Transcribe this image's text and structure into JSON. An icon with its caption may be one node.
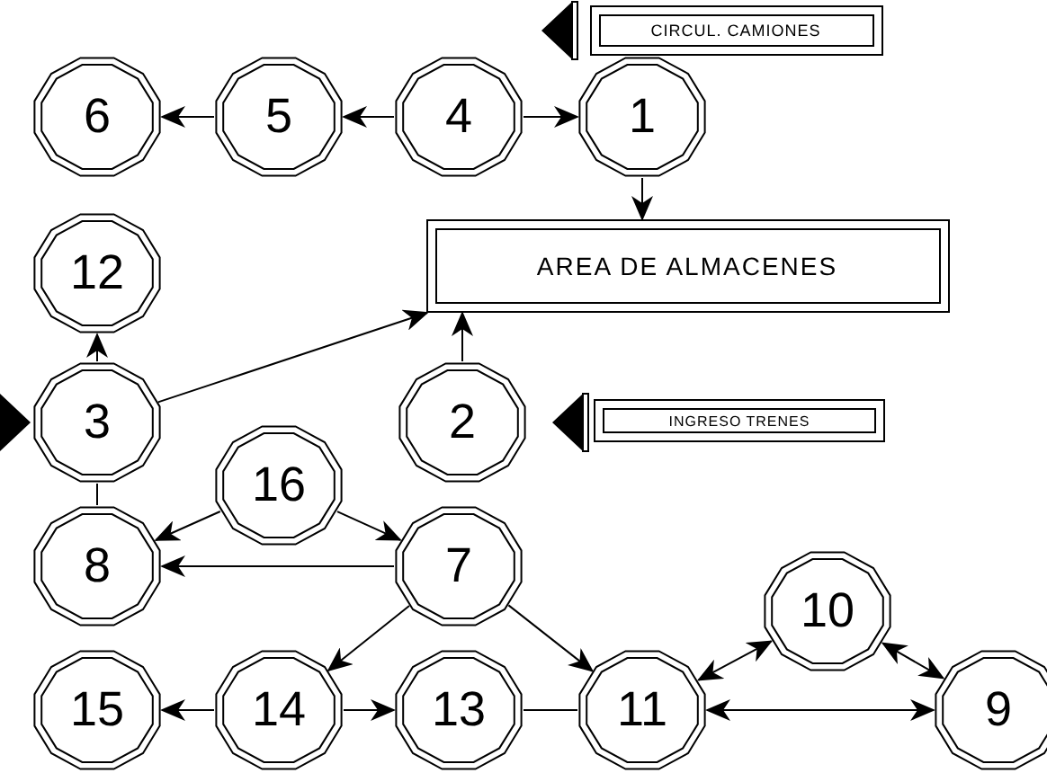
{
  "diagram": {
    "nodes": [
      {
        "text": [
          "CIRCUL. CAMIONES"
        ]
      },
      {
        "text": [
          "6"
        ]
      },
      {
        "text": [
          "5"
        ]
      },
      {
        "text": [
          "4"
        ]
      },
      {
        "text": [
          "1"
        ]
      },
      {
        "text": [
          "AREA DE ALMACENES"
        ]
      },
      {
        "text": [
          "12"
        ]
      },
      {
        "text": [
          "3"
        ]
      },
      {
        "text": [
          "2"
        ]
      },
      {
        "text": [
          "INGRESO TRENES"
        ]
      },
      {
        "text": [
          "16"
        ]
      },
      {
        "text": [
          "8"
        ]
      },
      {
        "text": [
          "7"
        ]
      },
      {
        "text": [
          "10"
        ]
      },
      {
        "text": [
          "15"
        ]
      },
      {
        "text": [
          "14"
        ]
      },
      {
        "text": [
          "13"
        ]
      },
      {
        "text": [
          "11"
        ]
      },
      {
        "text": [
          "9"
        ]
      }
    ],
    "edges": [
      {
        "from": 3,
        "to": 4,
        "arrow": "to"
      },
      {
        "from": 3,
        "to": 2,
        "arrow": "to"
      },
      {
        "from": 2,
        "to": 1,
        "arrow": "to"
      },
      {
        "from": 4,
        "to": 5,
        "arrow": "to"
      },
      {
        "from": 7,
        "to": 6,
        "arrow": "to"
      },
      {
        "from": 7,
        "to": 5,
        "arrow": "to"
      },
      {
        "from": 8,
        "to": 5,
        "arrow": "to"
      },
      {
        "from": 7,
        "to": 11,
        "arrow": "none"
      },
      {
        "from": 10,
        "to": 11,
        "arrow": "to"
      },
      {
        "from": 10,
        "to": 12,
        "arrow": "to"
      },
      {
        "from": 12,
        "to": 11,
        "arrow": "to"
      },
      {
        "from": 12,
        "to": 15,
        "arrow": "to"
      },
      {
        "from": 12,
        "to": 17,
        "arrow": "to"
      },
      {
        "from": 15,
        "to": 14,
        "arrow": "to"
      },
      {
        "from": 15,
        "to": 16,
        "arrow": "to"
      },
      {
        "from": 16,
        "to": 17,
        "arrow": "none"
      },
      {
        "from": 17,
        "to": 18,
        "arrow": "both"
      },
      {
        "from": 17,
        "to": 13,
        "arrow": "both"
      },
      {
        "from": 13,
        "to": 18,
        "arrow": "both"
      }
    ]
  }
}
